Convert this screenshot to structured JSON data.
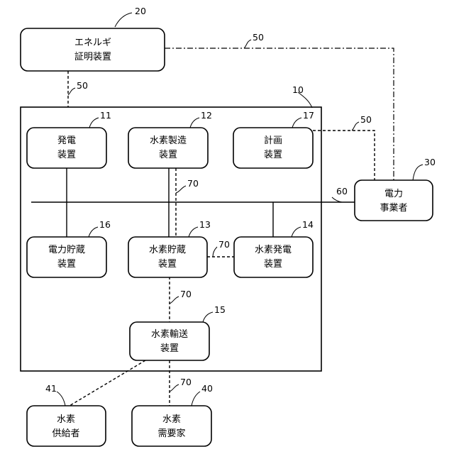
{
  "nodes": {
    "energy_cert": {
      "ref": "20",
      "line1": "エネルギ",
      "line2": "証明装置"
    },
    "system": {
      "ref": "10"
    },
    "power_gen": {
      "ref": "11",
      "line1": "発電",
      "line2": "装置"
    },
    "h2_production": {
      "ref": "12",
      "line1": "水素製造",
      "line2": "装置"
    },
    "planning": {
      "ref": "17",
      "line1": "計画",
      "line2": "装置"
    },
    "utility": {
      "ref": "30",
      "line1": "電力",
      "line2": "事業者"
    },
    "power_storage": {
      "ref": "16",
      "line1": "電力貯蔵",
      "line2": "装置"
    },
    "h2_storage": {
      "ref": "13",
      "line1": "水素貯蔵",
      "line2": "装置"
    },
    "h2_power_gen": {
      "ref": "14",
      "line1": "水素発電",
      "line2": "装置"
    },
    "h2_transport": {
      "ref": "15",
      "line1": "水素輸送",
      "line2": "装置"
    },
    "h2_supplier": {
      "ref": "41",
      "line1": "水素",
      "line2": "供給者"
    },
    "h2_consumer": {
      "ref": "40",
      "line1": "水素",
      "line2": "需要家"
    }
  },
  "links": {
    "comm_ref_top": "50",
    "comm_ref_left": "50",
    "comm_ref_right": "50",
    "power_line_ref": "60",
    "h2_ref_prod": "70",
    "h2_ref_gen": "70",
    "h2_ref_transport": "70",
    "h2_ref_consumer": "70"
  }
}
